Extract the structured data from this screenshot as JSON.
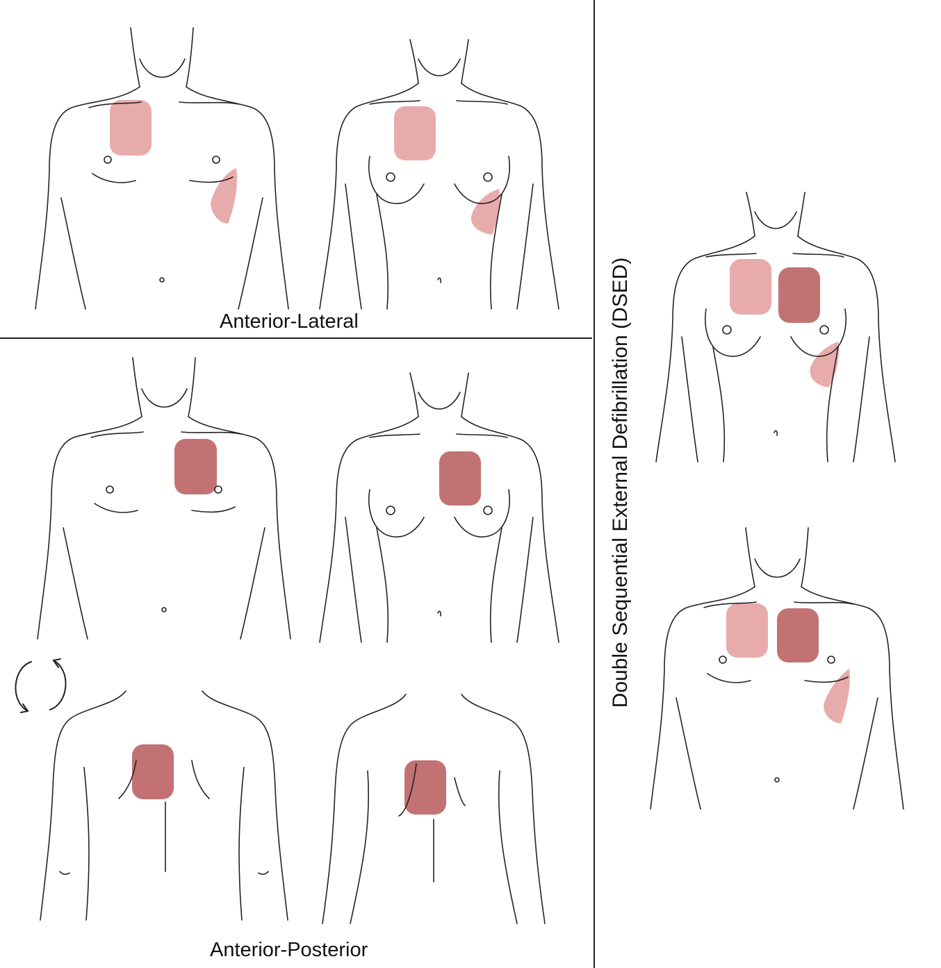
{
  "labels": {
    "anterior_lateral": "Anterior-Lateral",
    "anterior_posterior": "Anterior-Posterior",
    "dsed": "Double Sequential External Defibrillation (DSED)"
  },
  "colors": {
    "line": "#222222",
    "pad_light": "#e8abab",
    "pad_dark": "#c27272",
    "background": "#ffffff"
  },
  "icons": {
    "rotate": "rotate-arrows-icon"
  }
}
